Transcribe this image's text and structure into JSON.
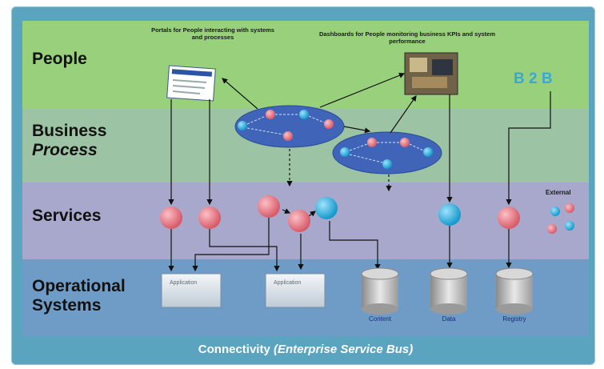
{
  "layers": {
    "people": "People",
    "business_line1": "Business",
    "business_line2": "Process",
    "services": "Services",
    "ops_line1": "Operational",
    "ops_line2": "Systems"
  },
  "bus": {
    "prefix": "Connectivity",
    "suffix": "(Enterprise Service Bus)"
  },
  "notes": {
    "portals": "Portals for People interacting with systems and processes",
    "dashboards": "Dashboards for People monitoring business KPIs and system performance"
  },
  "b2b": "B 2 B",
  "external_label": "External",
  "applications": [
    "Application",
    "Application"
  ],
  "databases": [
    "Content",
    "Data",
    "Registry"
  ],
  "colors": {
    "people": "#98d07c",
    "process": "#9cc4a4",
    "services": "#a8a8cc",
    "operational": "#6f9cc6",
    "bus": "#5aa4c0",
    "service_red": "#e6727e",
    "service_blue": "#22aee0",
    "process_ellipse": "#3f64b8"
  }
}
